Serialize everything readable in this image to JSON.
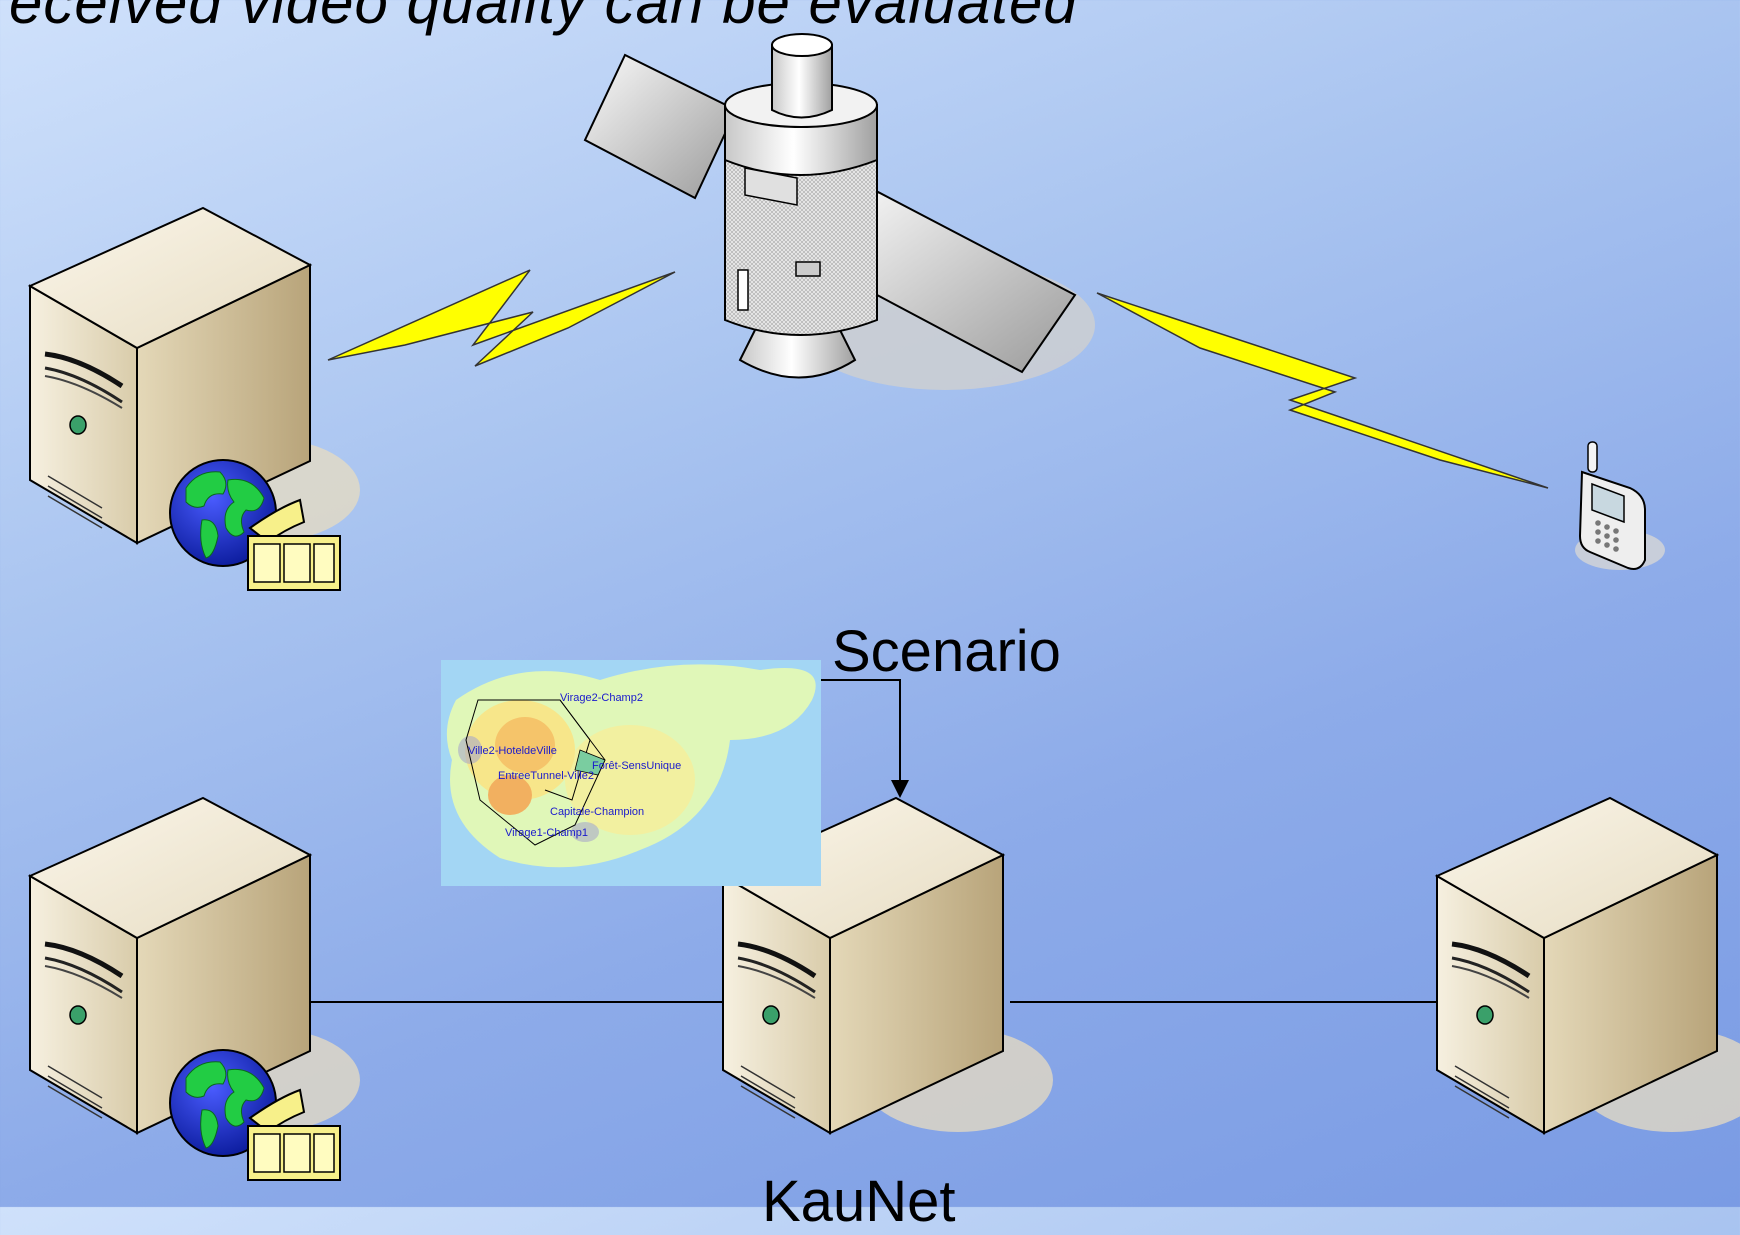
{
  "title": "received video quality can be evaluated",
  "scenario_label": "Scenario",
  "kaunet_label": "KauNet",
  "map": {
    "labels": [
      "Virage2-Champ2",
      "Ville2-HoteldeVille",
      "EntreeTunnel-Ville2",
      "Forêt-SensUnique",
      "Capitale-Champion",
      "Virage1-Champ1"
    ]
  },
  "icons": {
    "satellite": "satellite-icon",
    "server": "server-icon",
    "globe": "globe-icon",
    "film": "film-strip-icon",
    "phone": "mobile-phone-icon",
    "lightning": "lightning-link-icon"
  }
}
